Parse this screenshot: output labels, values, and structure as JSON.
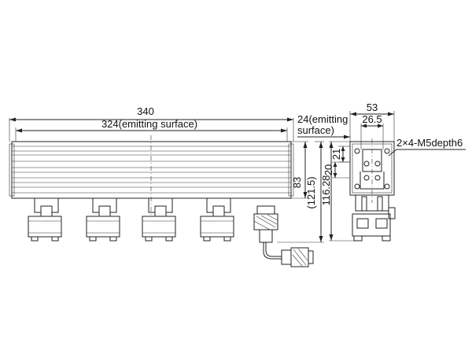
{
  "front_view": {
    "overall_width": "340",
    "emitting_width": "324(emitting surface)",
    "height": "83",
    "total_height": "(121.5)"
  },
  "side_view": {
    "width": "53",
    "emitting_label_line1": "24(emitting",
    "emitting_label_line2": "surface)",
    "inner_width": "26.5",
    "hole_spec": "2×4-M5depth6",
    "dim_21": "21",
    "dim_20": "20",
    "dim_116": "116.28"
  }
}
